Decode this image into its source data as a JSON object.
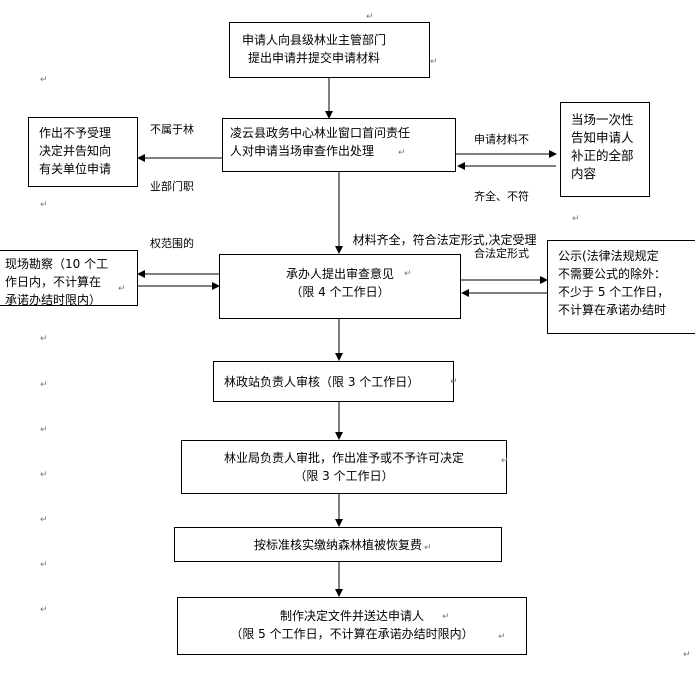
{
  "nodes": {
    "apply": [
      "申请人向县级林业主管部门",
      "提出申请并提交申请材料"
    ],
    "window": [
      "凌云县政务中心林业窗口首问责任",
      "人对申请当场审查作出处理"
    ],
    "reject": [
      "作出不予受理",
      "决定并告知向",
      "有关单位申请"
    ],
    "inform": [
      "当场一次性",
      "告知申请人",
      "补正的全部",
      "内容"
    ],
    "survey": [
      "现场勘察（10 个工",
      "作日内，不计算在",
      "承诺办结时限内）"
    ],
    "review": [
      "承办人提出审查意见",
      "（限 4 个工作日）"
    ],
    "notice": [
      "公示(法律法规规定",
      "不需要公式的除外：",
      "不少于 5 个工作日，",
      "不计算在承诺办结时"
    ],
    "station": [
      "林政站负责人审核（限 3 个工作日）"
    ],
    "bureau": [
      "林业局负责人审批，作出准予或不予许可决定",
      "（限 3 个工作日）"
    ],
    "fee": [
      "按标准核实缴纳森林植被恢复费"
    ],
    "deliver": [
      "制作决定文件并送达申请人",
      "（限 5 个工作日，不计算在承诺办结时限内）"
    ]
  },
  "edge_labels": {
    "not_in_scope": [
      "不属于林",
      "业部门职",
      "权范围的"
    ],
    "incomplete": [
      "申请材料不",
      "齐全、不符",
      "合法定形式"
    ],
    "accepted": [
      "材料齐全，符合法定形式,决定受理"
    ]
  },
  "paragraph_mark": "↵"
}
